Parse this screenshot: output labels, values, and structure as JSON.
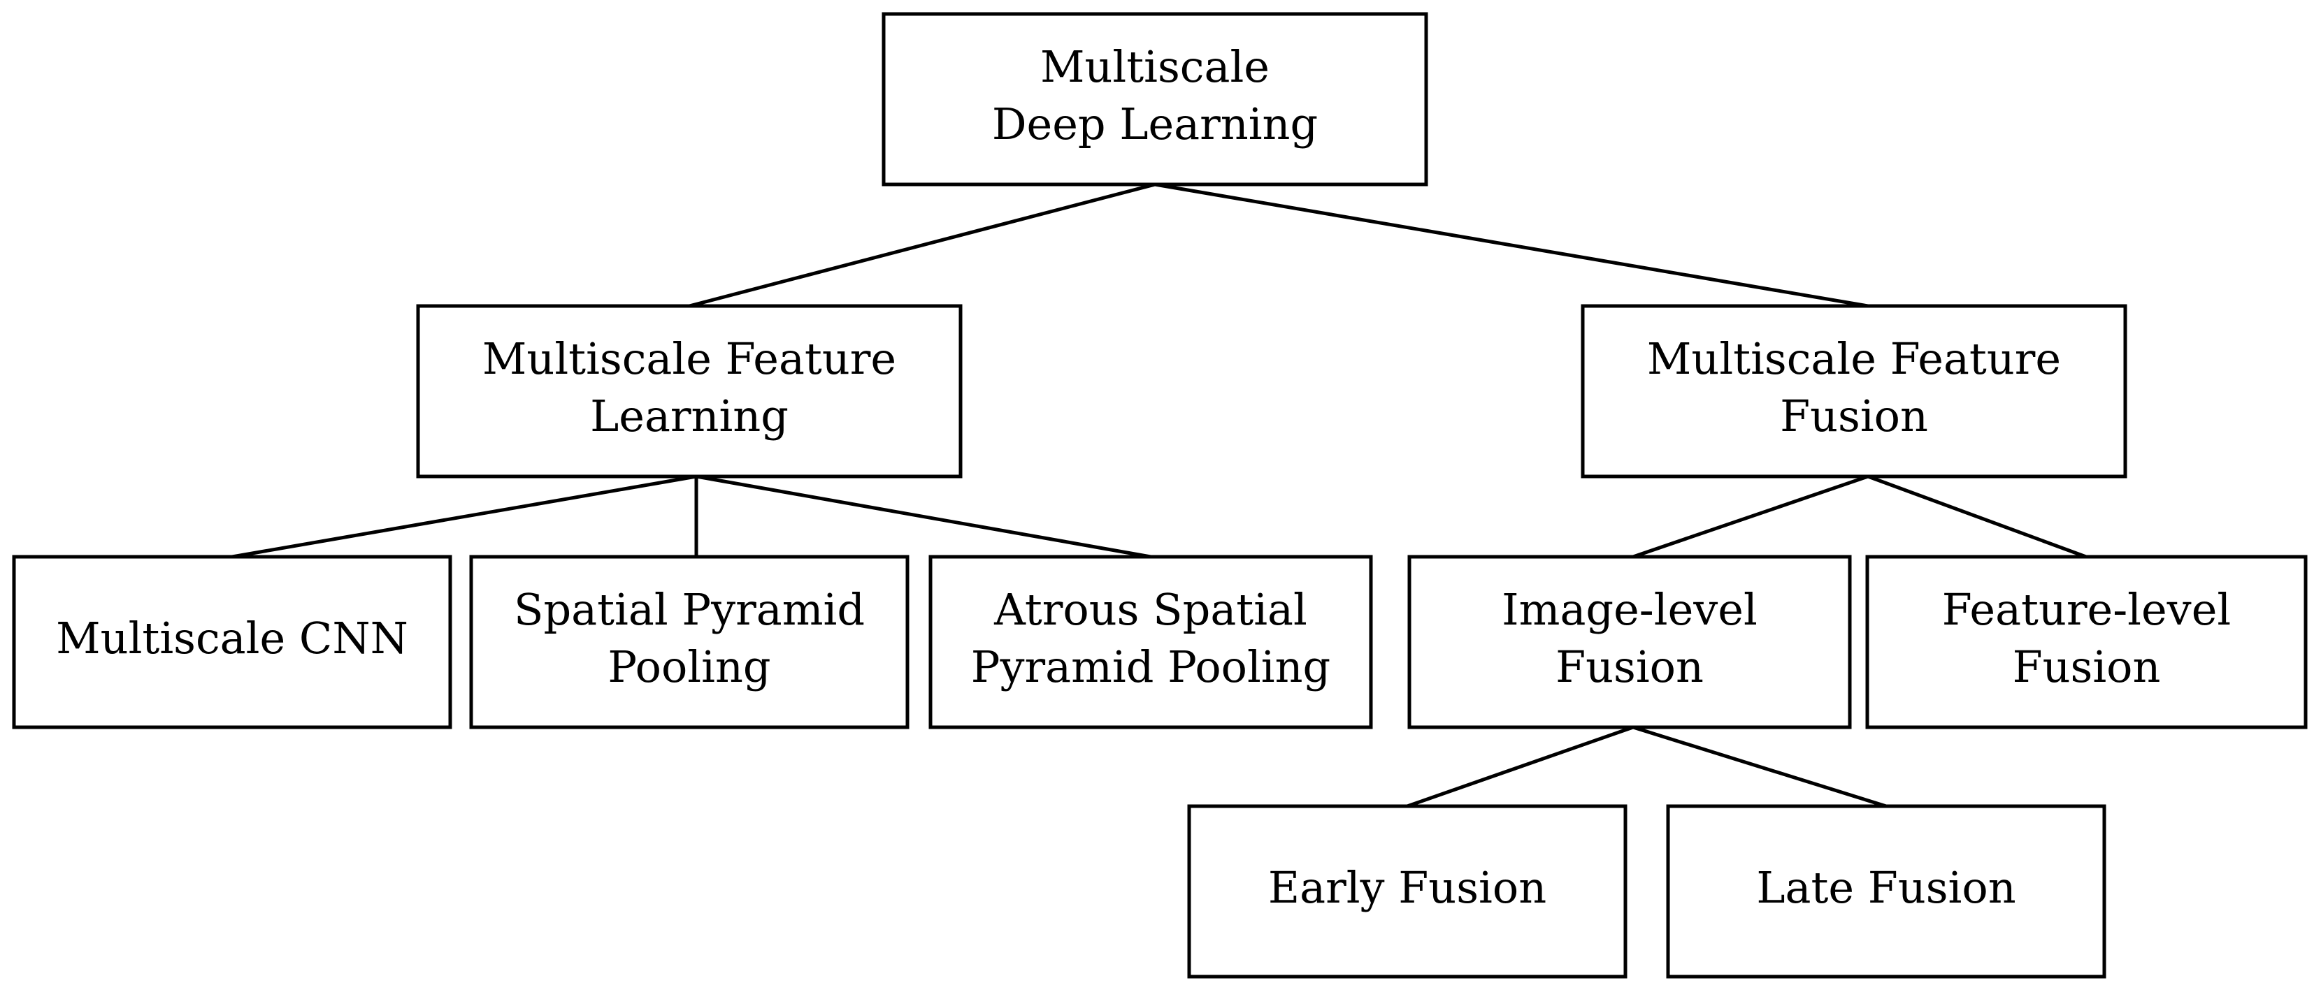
{
  "nodes": [
    {
      "id": "root",
      "lines": [
        "Multiscale",
        "Deep Learning"
      ]
    },
    {
      "id": "feature-learning",
      "lines": [
        "Multiscale Feature",
        "Learning"
      ]
    },
    {
      "id": "feature-fusion",
      "lines": [
        "Multiscale Feature",
        "Fusion"
      ]
    },
    {
      "id": "multiscale-cnn",
      "lines": [
        "Multiscale CNN"
      ]
    },
    {
      "id": "spatial-pyramid-pooling",
      "lines": [
        "Spatial Pyramid",
        "Pooling"
      ]
    },
    {
      "id": "atrous-spatial-pyramid-pooling",
      "lines": [
        "Atrous Spatial",
        "Pyramid Pooling"
      ]
    },
    {
      "id": "image-level-fusion",
      "lines": [
        "Image-level",
        "Fusion"
      ]
    },
    {
      "id": "feature-level-fusion",
      "lines": [
        "Feature-level",
        "Fusion"
      ]
    },
    {
      "id": "early-fusion",
      "lines": [
        "Early Fusion"
      ]
    },
    {
      "id": "late-fusion",
      "lines": [
        "Late Fusion"
      ]
    }
  ],
  "edges": [
    {
      "from": "root",
      "to": "feature-learning"
    },
    {
      "from": "root",
      "to": "feature-fusion"
    },
    {
      "from": "feature-learning",
      "to": "multiscale-cnn"
    },
    {
      "from": "feature-learning",
      "to": "spatial-pyramid-pooling"
    },
    {
      "from": "feature-learning",
      "to": "atrous-spatial-pyramid-pooling"
    },
    {
      "from": "feature-fusion",
      "to": "image-level-fusion"
    },
    {
      "from": "feature-fusion",
      "to": "feature-level-fusion"
    },
    {
      "from": "image-level-fusion",
      "to": "early-fusion"
    },
    {
      "from": "image-level-fusion",
      "to": "late-fusion"
    }
  ],
  "colors": {
    "line": "#000000",
    "box_fill": "#ffffff",
    "text": "#000000",
    "background": "#ffffff"
  }
}
